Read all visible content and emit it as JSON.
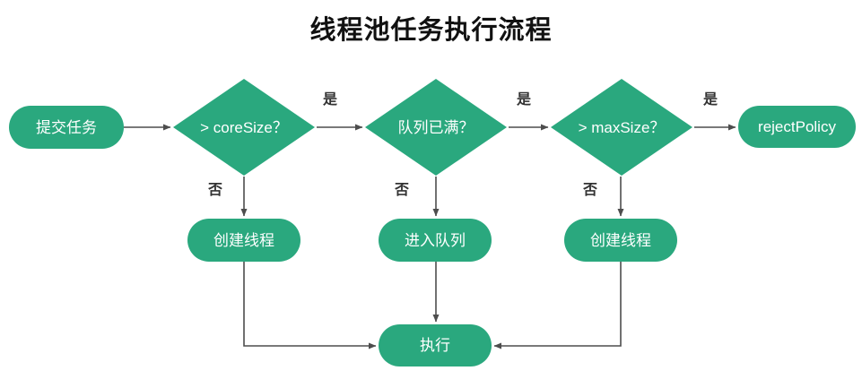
{
  "title": "线程池任务执行流程",
  "colors": {
    "node_fill": "#2aa87e",
    "node_text": "#ffffff",
    "edge": "#4d4d4d",
    "edge_label_text": "#333333",
    "title_text": "#111111"
  },
  "nodes": {
    "start": {
      "label": "提交任务",
      "type": "terminator"
    },
    "core_check": {
      "label": "> coreSize？",
      "type": "decision"
    },
    "queue_check": {
      "label": "队列已满？",
      "type": "decision"
    },
    "max_check": {
      "label": "> maxSize？",
      "type": "decision"
    },
    "reject": {
      "label": "rejectPolicy",
      "type": "terminator"
    },
    "create_thread_1": {
      "label": "创建线程",
      "type": "process"
    },
    "enqueue": {
      "label": "进入队列",
      "type": "process"
    },
    "create_thread_2": {
      "label": "创建线程",
      "type": "process"
    },
    "execute": {
      "label": "执行",
      "type": "process"
    }
  },
  "edges": [
    {
      "from": "start",
      "to": "core_check",
      "label": ""
    },
    {
      "from": "core_check",
      "to": "queue_check",
      "label": "是"
    },
    {
      "from": "queue_check",
      "to": "max_check",
      "label": "是"
    },
    {
      "from": "max_check",
      "to": "reject",
      "label": "是"
    },
    {
      "from": "core_check",
      "to": "create_thread_1",
      "label": "否"
    },
    {
      "from": "queue_check",
      "to": "enqueue",
      "label": "否"
    },
    {
      "from": "max_check",
      "to": "create_thread_2",
      "label": "否"
    },
    {
      "from": "create_thread_1",
      "to": "execute",
      "label": ""
    },
    {
      "from": "enqueue",
      "to": "execute",
      "label": ""
    },
    {
      "from": "create_thread_2",
      "to": "execute",
      "label": ""
    }
  ]
}
